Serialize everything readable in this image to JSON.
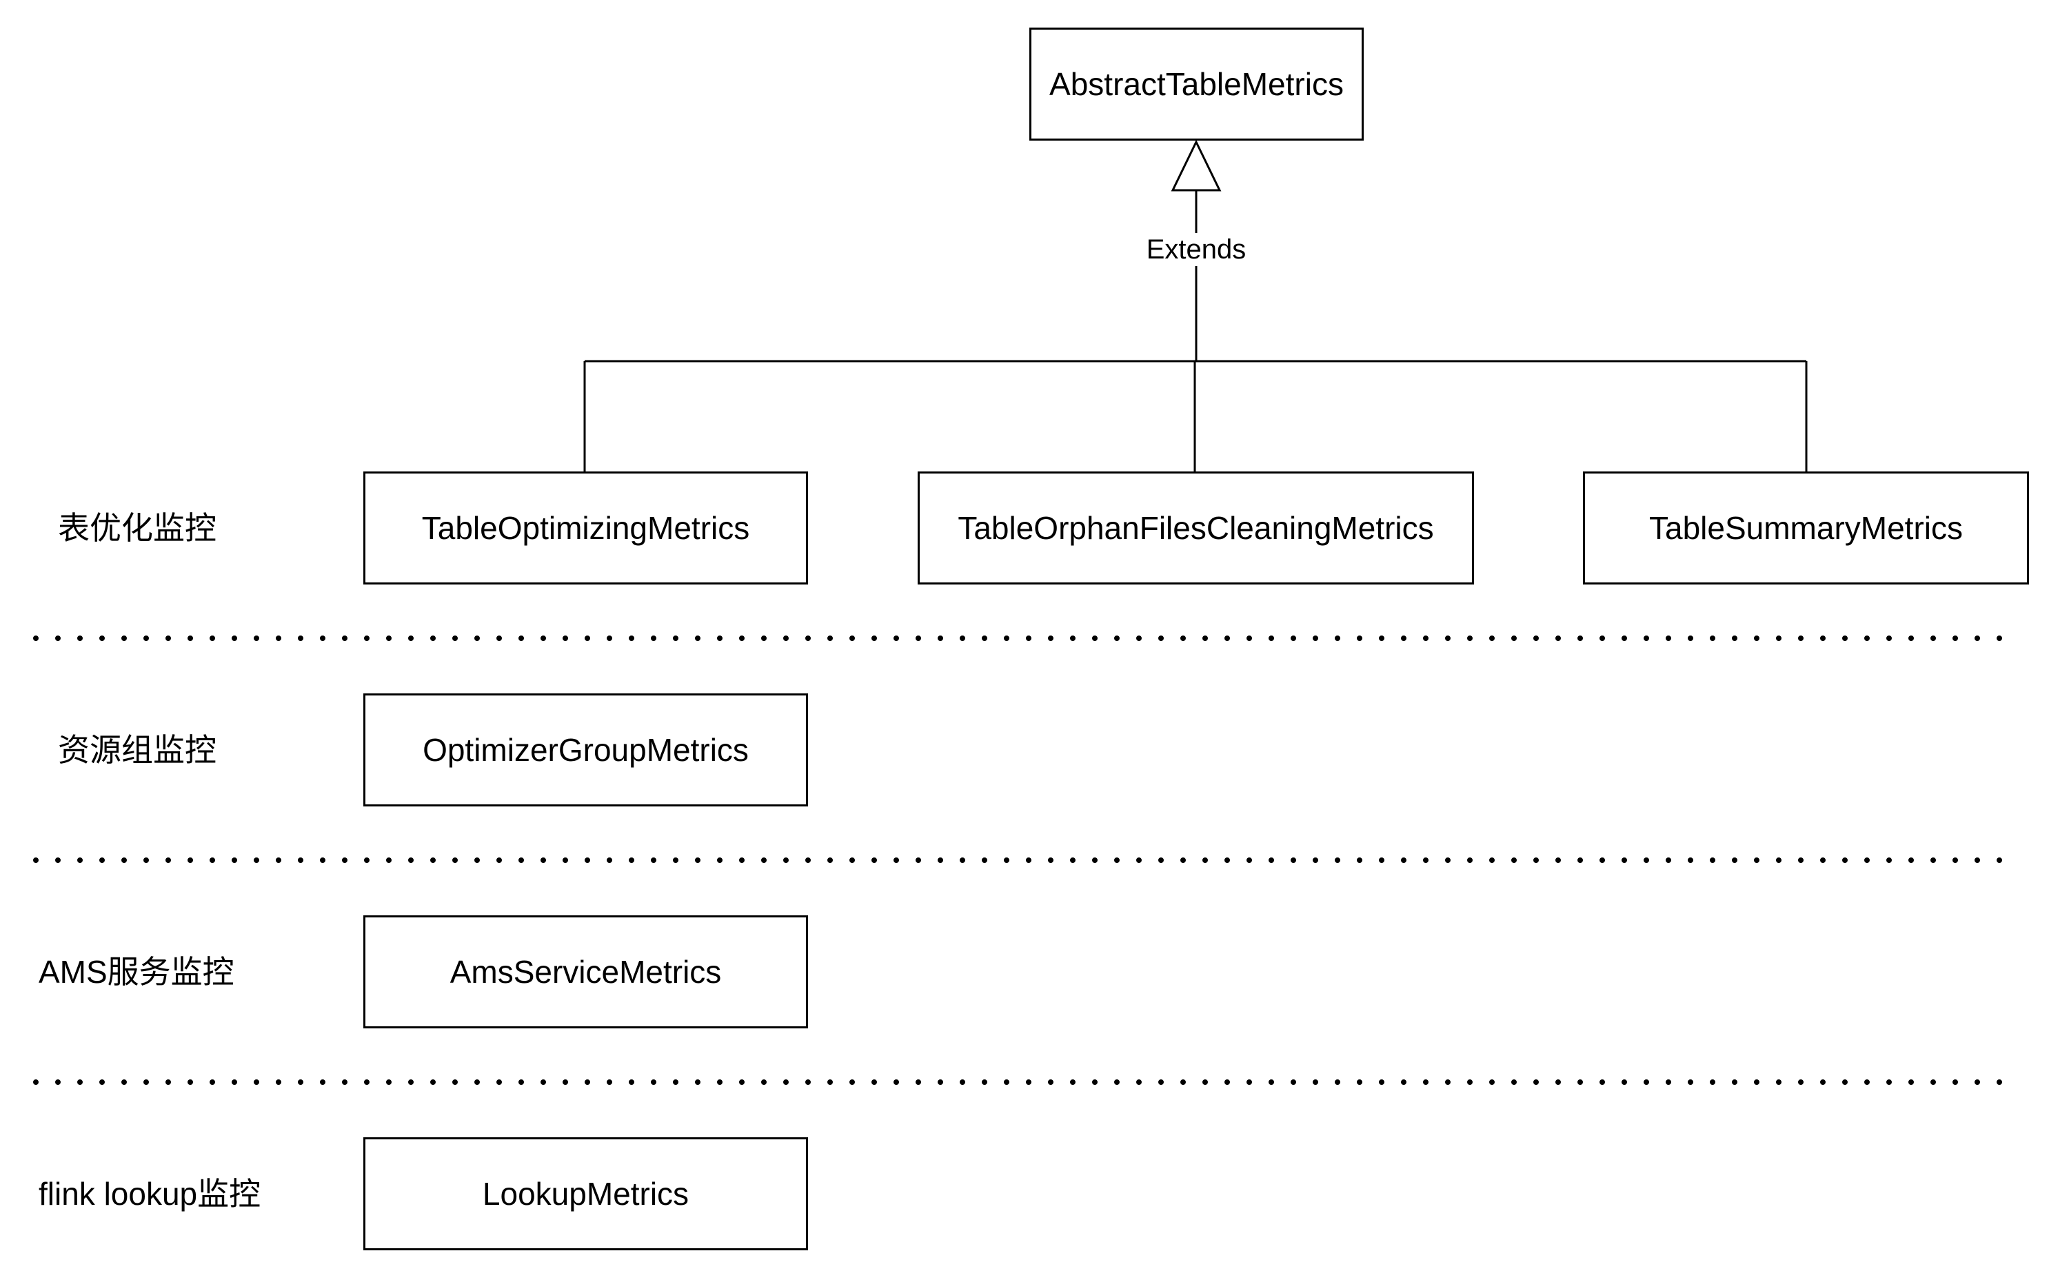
{
  "parent": {
    "name": "AbstractTableMetrics"
  },
  "relation": {
    "label": "Extends"
  },
  "rows": [
    {
      "label": "表优化监控",
      "classes": [
        "TableOptimizingMetrics",
        "TableOrphanFilesCleaningMetrics",
        "TableSummaryMetrics"
      ]
    },
    {
      "label": "资源组监控",
      "classes": [
        "OptimizerGroupMetrics"
      ]
    },
    {
      "label": "AMS服务监控",
      "classes": [
        "AmsServiceMetrics"
      ]
    },
    {
      "label": "flink lookup监控",
      "classes": [
        "LookupMetrics"
      ]
    }
  ]
}
